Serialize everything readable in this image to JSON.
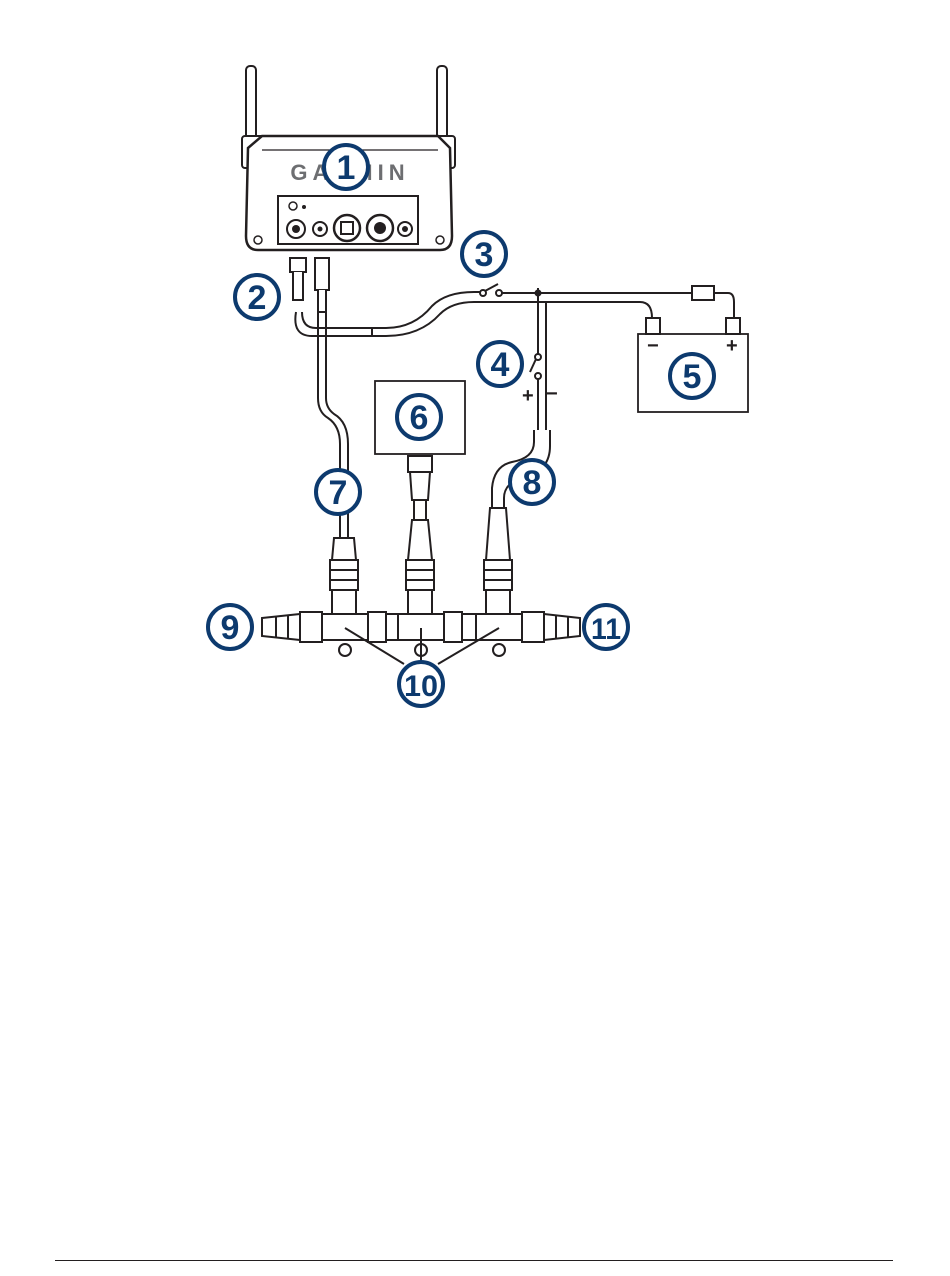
{
  "device": {
    "brand": "GARMIN"
  },
  "polarity": {
    "positive": "+",
    "negative": "−"
  },
  "callouts": [
    {
      "id": 1,
      "label": "1"
    },
    {
      "id": 2,
      "label": "2"
    },
    {
      "id": 3,
      "label": "3"
    },
    {
      "id": 4,
      "label": "4"
    },
    {
      "id": 5,
      "label": "5"
    },
    {
      "id": 6,
      "label": "6"
    },
    {
      "id": 7,
      "label": "7"
    },
    {
      "id": 8,
      "label": "8"
    },
    {
      "id": 9,
      "label": "9"
    },
    {
      "id": 10,
      "label": "10"
    },
    {
      "id": 11,
      "label": "11"
    }
  ],
  "colors": {
    "callout_stroke": "#0d3a6e",
    "line": "#231f20",
    "brand": "#6d6e71"
  }
}
